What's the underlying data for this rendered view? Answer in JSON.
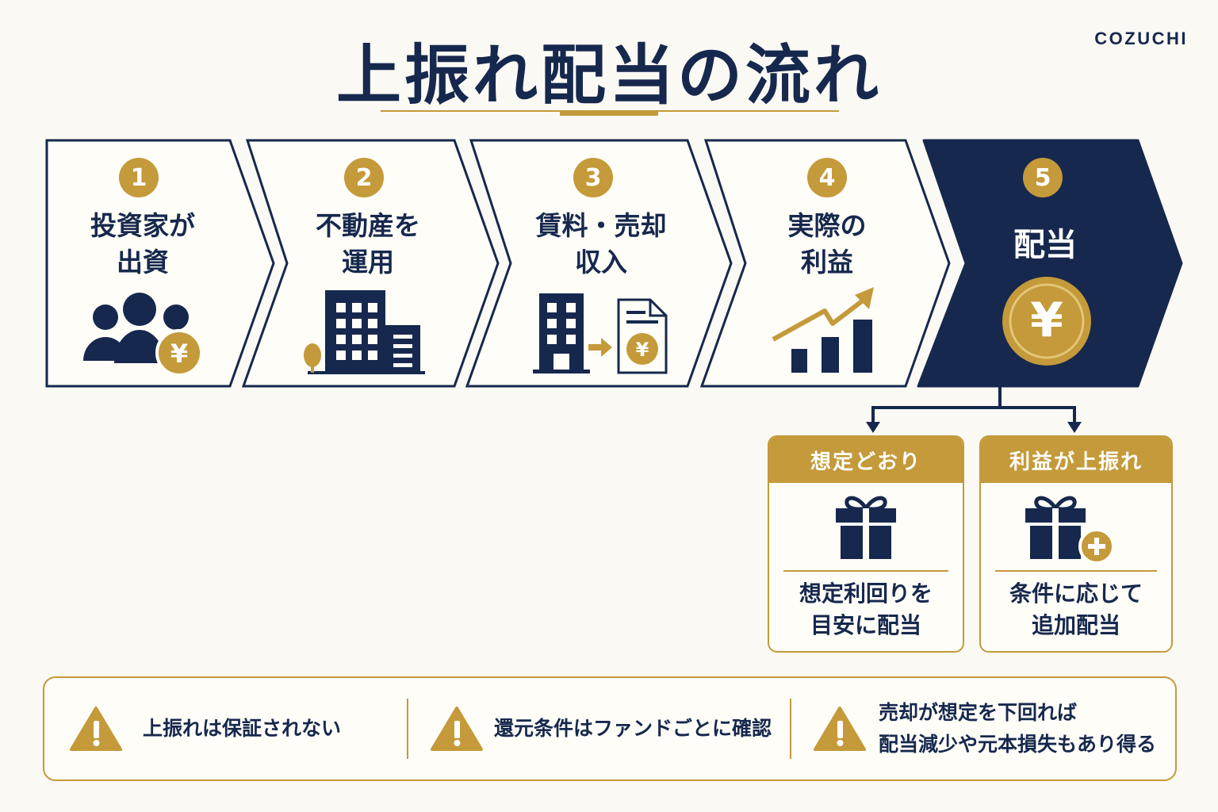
{
  "brand": "COZUCHI",
  "title": "上振れ配当の流れ",
  "steps": [
    {
      "num": "1",
      "label": "投資家が\n出資",
      "icon": "investors-yen-icon"
    },
    {
      "num": "2",
      "label": "不動産を\n運用",
      "icon": "building-icon"
    },
    {
      "num": "3",
      "label": "賃料・売却\n収入",
      "icon": "building-to-document-yen-icon"
    },
    {
      "num": "4",
      "label": "実際の\n利益",
      "icon": "rising-bar-chart-icon"
    },
    {
      "num": "5",
      "label": "配当",
      "icon": "yen-coin-icon",
      "yen": "¥"
    }
  ],
  "outcomes": [
    {
      "heading": "想定どおり",
      "text": "想定利回りを\n目安に配当",
      "icon": "gift-icon"
    },
    {
      "heading": "利益が上振れ",
      "text": "条件に応じて\n追加配当",
      "icon": "gift-plus-icon"
    }
  ],
  "notes": [
    {
      "text": "上振れは保証されない",
      "icon": "warning-icon"
    },
    {
      "text": "還元条件はファンドごとに確認",
      "icon": "warning-icon"
    },
    {
      "text": "売却が想定を下回れば\n配当減少や元本損失もあり得る",
      "icon": "warning-icon"
    }
  ],
  "colors": {
    "navy": "#16284d",
    "gold": "#c49a3a",
    "background": "#fbf9f4"
  }
}
